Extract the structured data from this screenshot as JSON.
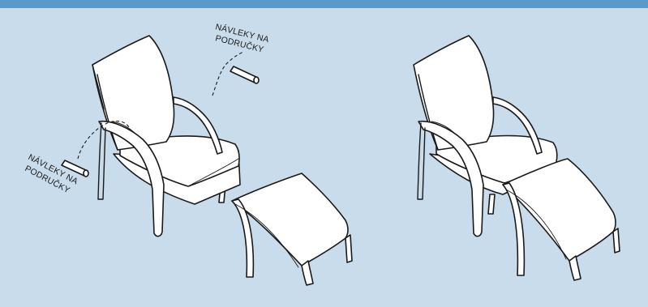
{
  "callouts": {
    "top_right": {
      "line1": "NÁVLEKY NA",
      "line2": "PODRUČKY"
    },
    "left": {
      "line1": "NÁVLEKY NA",
      "line2": "PODRUČKY"
    }
  },
  "colors": {
    "background": "#c9dceb",
    "top_bar": "#5a9ac8",
    "outline": "#1a1a1a",
    "fill": "#ffffff"
  }
}
